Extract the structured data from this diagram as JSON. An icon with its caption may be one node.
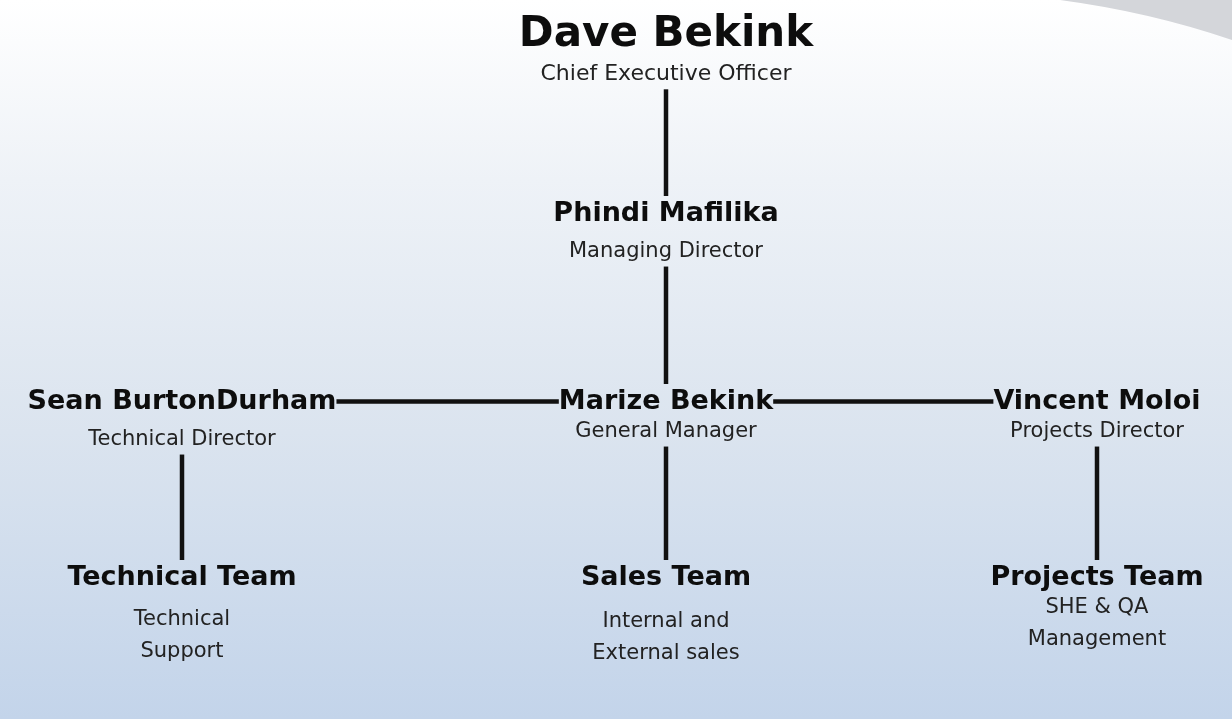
{
  "diagram": {
    "nodes": [
      {
        "text": [
          "Dave Bekink",
          "Chief Executive Officer"
        ]
      },
      {
        "text": [
          "Phindi Mafilika",
          "Managing Director"
        ]
      },
      {
        "text": [
          "Sean BurtonDurham",
          "Technical Director"
        ]
      },
      {
        "text": [
          "Marize Bekink",
          "General Manager"
        ]
      },
      {
        "text": [
          "Vincent Moloi",
          "Projects Director"
        ]
      },
      {
        "text": [
          "Technical Team",
          "Technical Support"
        ]
      },
      {
        "text": [
          "Sales Team",
          "Internal and External sales"
        ]
      },
      {
        "text": [
          "Projects Team",
          "SHE & QA Management"
        ]
      }
    ],
    "edges": [
      {
        "from": 0,
        "to": 1,
        "arrow": "none"
      },
      {
        "from": 1,
        "to": 3,
        "arrow": "none"
      },
      {
        "from": 3,
        "to": 2,
        "arrow": "none"
      },
      {
        "from": 3,
        "to": 4,
        "arrow": "none"
      },
      {
        "from": 2,
        "to": 5,
        "arrow": "none"
      },
      {
        "from": 3,
        "to": 6,
        "arrow": "none"
      },
      {
        "from": 4,
        "to": 7,
        "arrow": "none"
      }
    ]
  }
}
